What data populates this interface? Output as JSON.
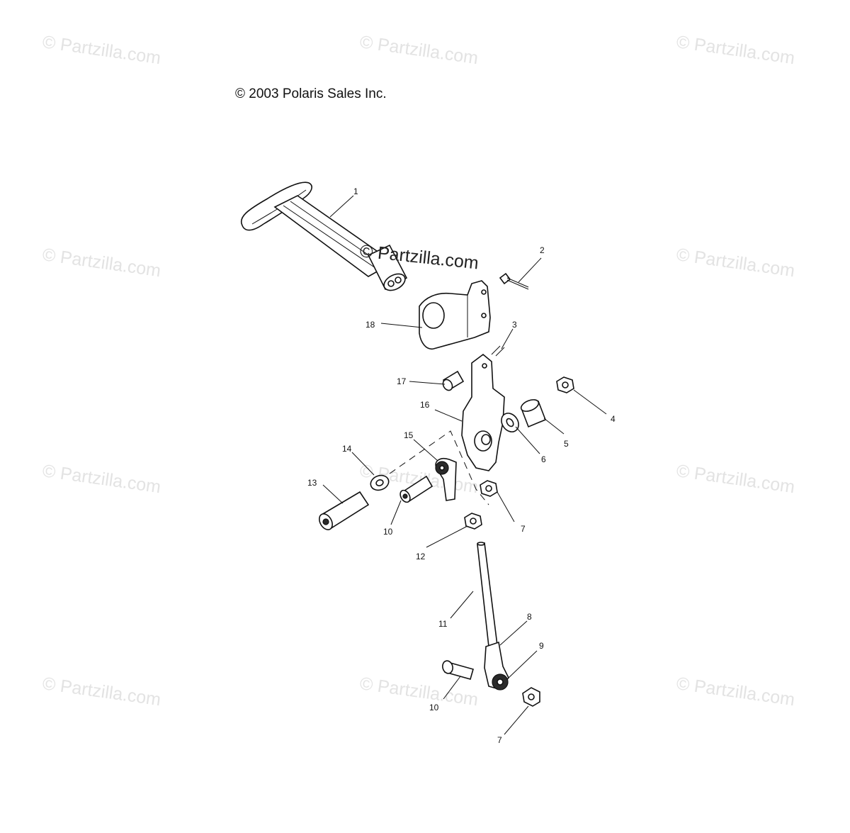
{
  "watermark_text": "© Partzilla.com",
  "copyright": "© 2003 Polaris Sales Inc.",
  "center_watermark": "© Partzilla.com",
  "callouts": {
    "c1": "1",
    "c2": "2",
    "c3": "3",
    "c4": "4",
    "c5": "5",
    "c6": "6",
    "c7a": "7",
    "c7b": "7",
    "c8": "8",
    "c9": "9",
    "c10a": "10",
    "c10b": "10",
    "c11": "11",
    "c12": "12",
    "c13": "13",
    "c14": "14",
    "c15": "15",
    "c16": "16",
    "c17": "17",
    "c18": "18"
  }
}
